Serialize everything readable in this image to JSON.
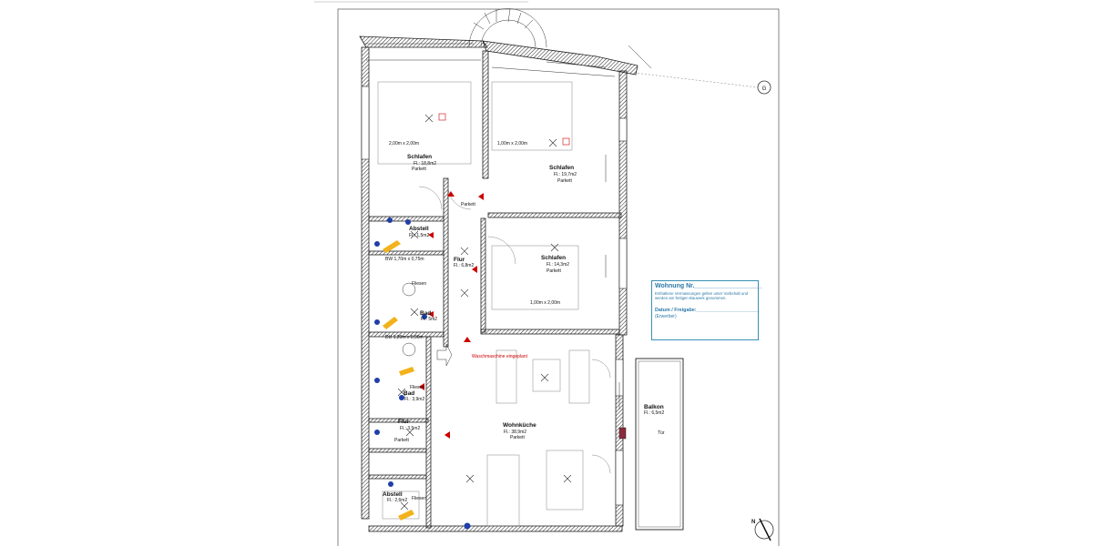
{
  "rooms": {
    "schlafen1": {
      "name": "Schlafen",
      "area": "Fl.: 18,8m2",
      "floor": "Parkett",
      "bed": "2,00m x 2,00m"
    },
    "schlafen2": {
      "name": "Schlafen",
      "area": "Fl.: 19,7m2",
      "floor": "Parkett",
      "bed": "1,00m x 2,00m"
    },
    "schlafen3": {
      "name": "Schlafen",
      "area": "Fl.: 14,3m2",
      "floor": "Parkett",
      "bed": "1,00m x 2,00m"
    },
    "abstell1": {
      "name": "Abstell",
      "area": "Fl.: 1,5m2"
    },
    "flur1": {
      "name": "Flur",
      "area": "Fl.: 6,8m2",
      "floor": "Parkett"
    },
    "bad1": {
      "name": "Bad",
      "area": "Fl.: 5m2",
      "floor": "Fliesen",
      "wanne": "BW 1,70m x 0,75m"
    },
    "bad2": {
      "name": "Bad",
      "area": "Fl.: 3,9m2",
      "floor": "Fliesen",
      "dusche": "DU 1,20m x 0,90m"
    },
    "flur2": {
      "name": "Flur",
      "area": "Fl.: 3,5m2",
      "floor": "Parkett"
    },
    "wohnkueche": {
      "name": "Wohnküche",
      "area": "Fl.: 38,9m2",
      "floor": "Parkett"
    },
    "abstell2": {
      "name": "Abstell",
      "area": "Fl.: 2,6m2",
      "floor": "Fliesen"
    },
    "balkon": {
      "name": "Balkon",
      "area": "Fl.: 6,5m2"
    }
  },
  "annotations": {
    "waschmaschine": "Waschmaschine eingeplant",
    "tuer": "Tür"
  },
  "axis": {
    "label": "G"
  },
  "stamp": {
    "title": "Wohnung Nr.___________________",
    "note": "Enthaltene Vermassungen gelten unter Vorbehalt und werden am fertigen Bauwerk genommen.",
    "datum": "Datum / Freigabe:_______________________",
    "erwerber": "(Erwerber)"
  },
  "colors": {
    "wall_hatch": "#222222",
    "marker_red": "#cc0000",
    "symbol_blue": "#1f3fa8",
    "symbol_yellow": "#f2b21b",
    "stamp_blue": "#3a8fb7"
  }
}
